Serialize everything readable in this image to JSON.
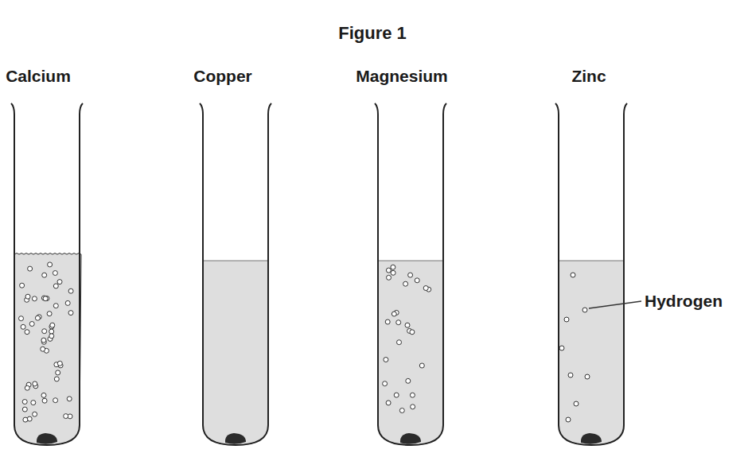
{
  "diagram": {
    "title": "Figure 1",
    "labels": [
      "Calcium",
      "Copper",
      "Magnesium",
      "Zinc",
      "Hydrogen"
    ]
  }
}
